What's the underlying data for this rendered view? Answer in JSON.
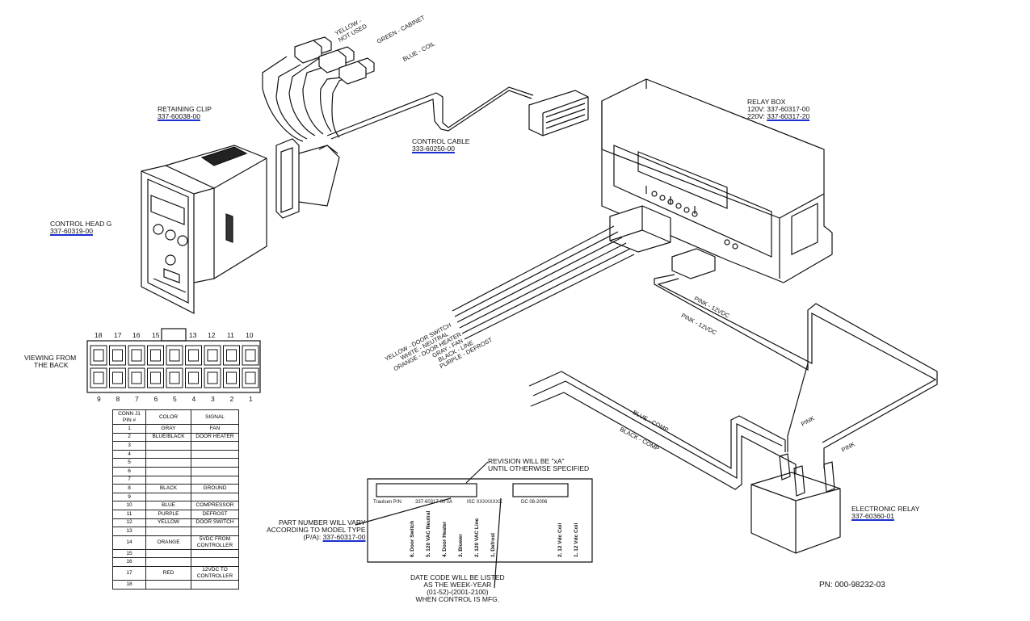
{
  "labels": {
    "retaining_clip": {
      "name": "RETAINING CLIP",
      "pn": "337-60038-00"
    },
    "control_head": {
      "name": "CONTROL HEAD G",
      "pn": "337-60319-00"
    },
    "control_cable": {
      "name": "CONTROL CABLE",
      "pn": "333-60250-00"
    },
    "relay_box": {
      "name": "RELAY BOX",
      "v120": "120V: 337-60317-00",
      "v220_prefix": "220V: ",
      "v220_pn": "337-60317-20"
    },
    "electronic_relay": {
      "name": "ELECTRONIC RELAY",
      "pn": "337-60360-01"
    },
    "viewing": [
      "VIEWING FROM",
      "THE BACK"
    ],
    "part_number_note": [
      "PART NUMBER WILL VARY",
      "ACCORDING TO MODEL TYPE",
      "(P/A):"
    ],
    "part_number_pn": "337-60317-00",
    "revision_note": [
      "REVISION WILL BE \"xA\"",
      "UNTIL OTHERWISE SPECIFIED"
    ],
    "date_code_note": [
      "DATE CODE WILL BE LISTED",
      "AS THE WEEK-YEAR",
      "(01-52)-(2001-2100)",
      "WHEN CONTROL IS MFG."
    ],
    "drawing_pn": "PN: 000-98232-03"
  },
  "wire_labels": {
    "yellow_not_used": [
      "YELLOW -",
      "NOT USED"
    ],
    "green_cabinet": "GREEN - CABINET",
    "blue_coil": "BLUE - COIL",
    "pink_12vdc_1": "PINK - 12VDC",
    "pink_12vdc_2": "PINK - 12VDC",
    "blue_comp": "BLUE - COMP",
    "black_comp": "BLACK - COMP",
    "pink_1": "PINK",
    "pink_2": "PINK",
    "bundle": [
      "YELLOW - DOOR SWITCH",
      "WHITE - NEUTRAL",
      "ORANGE - DOOR HEATER",
      "GRAY - FAN",
      "BLACK - LINE",
      "PURPLE - DEFROST"
    ]
  },
  "connector": {
    "top_pins": [
      "18",
      "17",
      "16",
      "15",
      "13",
      "12",
      "11",
      "10"
    ],
    "bottom_pins": [
      "9",
      "8",
      "7",
      "6",
      "5",
      "4",
      "3",
      "2",
      "1"
    ]
  },
  "pin_table": {
    "headers": [
      "CONN J1 PIN #",
      "COLOR",
      "SIGNAL"
    ],
    "rows": [
      [
        "1",
        "GRAY",
        "FAN"
      ],
      [
        "2",
        "BLUE/BLACK",
        "DOOR HEATER"
      ],
      [
        "3",
        "",
        ""
      ],
      [
        "4",
        "",
        ""
      ],
      [
        "5",
        "",
        ""
      ],
      [
        "6",
        "",
        ""
      ],
      [
        "7",
        "",
        ""
      ],
      [
        "8",
        "BLACK",
        "GROUND"
      ],
      [
        "9",
        "",
        ""
      ],
      [
        "10",
        "BLUE",
        "COMPRESSOR"
      ],
      [
        "11",
        "PURPLE",
        "DEFROST"
      ],
      [
        "12",
        "YELLOW",
        "DOOR SWITCH"
      ],
      [
        "13",
        "",
        ""
      ],
      [
        "14",
        "ORANGE",
        "5VDC FROM CONTROLLER"
      ],
      [
        "15",
        "",
        ""
      ],
      [
        "16",
        "",
        ""
      ],
      [
        "17",
        "RED",
        "12VDC TO CONTROLLER"
      ],
      [
        "18",
        "",
        ""
      ]
    ]
  },
  "label_card": {
    "line1_left": "Traulsen P/N",
    "line1_pn": "337-60317-00  xA",
    "line1_right": "ISC XXXXXXXX",
    "date_code": "DC 08-2006",
    "terminals": [
      "6. Door Switch",
      "5. 120 VAC Neutral",
      "4. Door Heater",
      "3. Blower",
      "2. 120 VAC Line",
      "1. Defrost"
    ],
    "terminals_right": [
      "2. 12 Vdc Coil",
      "1. 12 Vdc Coil"
    ]
  },
  "colors": {
    "underline": "#1a2fd0",
    "ink": "#111111"
  }
}
